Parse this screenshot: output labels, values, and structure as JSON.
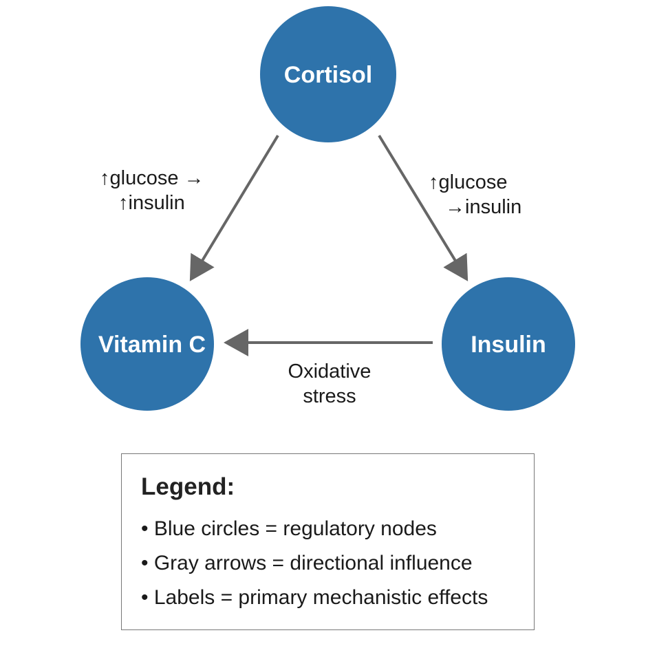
{
  "colors": {
    "node_fill": "#2e73ab",
    "arrow": "#666666",
    "text": "#1a1a1a",
    "legend_border": "#777777"
  },
  "nodes": [
    {
      "id": "cortisol",
      "label": "Cortisol"
    },
    {
      "id": "vitamin_c",
      "label": "Vitamin C"
    },
    {
      "id": "insulin",
      "label": "Insulin"
    }
  ],
  "edges": [
    {
      "from": "cortisol",
      "to": "vitamin_c",
      "label_lines": [
        "↑glucose →",
        "↑insulin"
      ]
    },
    {
      "from": "cortisol",
      "to": "insulin",
      "label_lines": [
        "↑glucose",
        "→insulin"
      ]
    },
    {
      "from": "insulin",
      "to": "vitamin_c",
      "label_lines": [
        "Oxidative",
        "stress"
      ]
    }
  ],
  "legend": {
    "title": "Legend:",
    "items": [
      "• Blue circles = regulatory nodes",
      "• Gray arrows = directional influence",
      "• Labels = primary mechanistic effects"
    ]
  }
}
